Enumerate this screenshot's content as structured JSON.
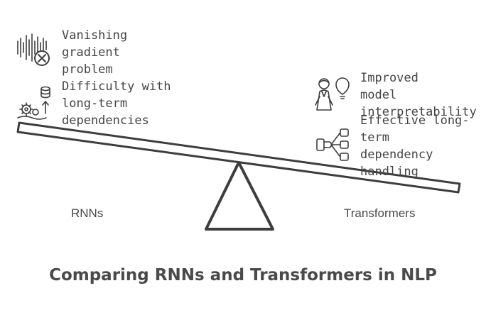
{
  "title": "Comparing RNNs and Transformers in NLP",
  "left": {
    "label": "RNNs",
    "items": [
      {
        "lines": [
          "Vanishing",
          "gradient",
          "problem"
        ],
        "icon": "waveform-x-icon"
      },
      {
        "lines": [
          "Difficulty with",
          "long-term",
          "dependencies"
        ],
        "icon": "gears-database-icon"
      }
    ]
  },
  "right": {
    "label": "Transformers",
    "items": [
      {
        "lines": [
          "Improved",
          "model",
          "interpretability"
        ],
        "icon": "person-lightbulb-icon"
      },
      {
        "lines": [
          "Effective long-",
          "term",
          "dependency",
          "handling"
        ],
        "icon": "split-arrows-icon"
      }
    ]
  }
}
